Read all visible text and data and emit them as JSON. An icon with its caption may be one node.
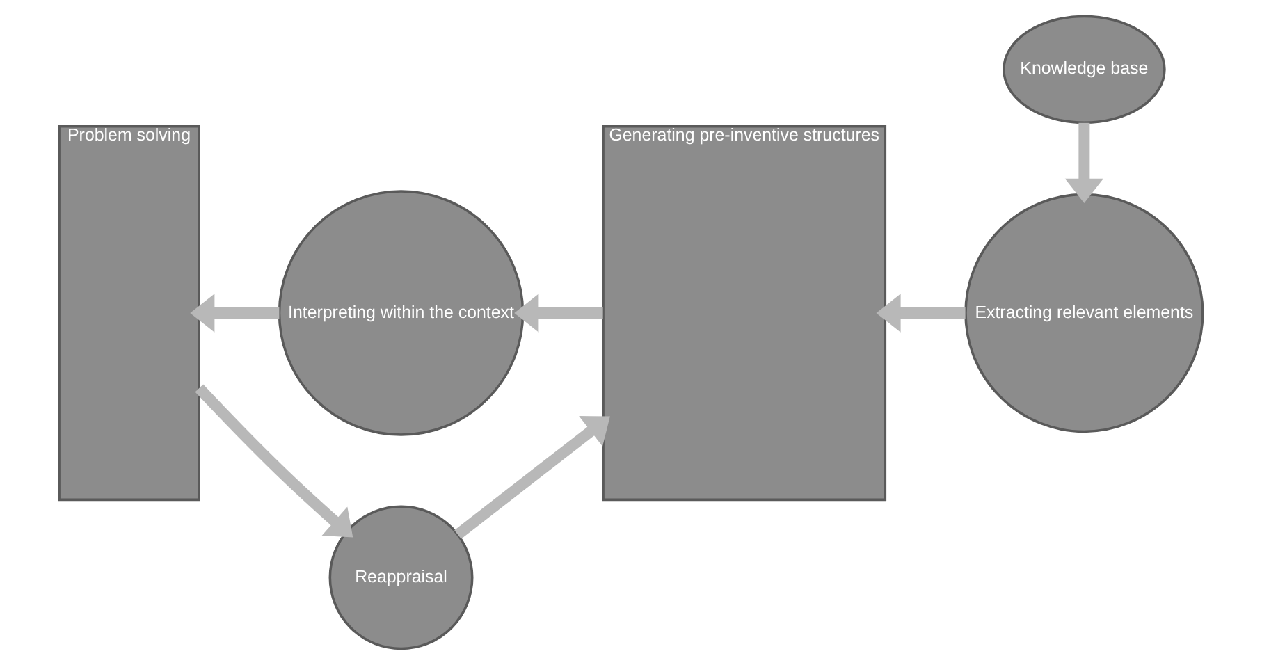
{
  "diagram": {
    "nodes": [
      {
        "text": [
          "Problem solving"
        ]
      },
      {
        "text": [
          "Interpreting within the context"
        ]
      },
      {
        "text": [
          "Generating pre-inventive structures"
        ]
      },
      {
        "text": [
          "Extracting relevant elements"
        ]
      },
      {
        "text": [
          "Reappraisal"
        ]
      },
      {
        "text": [
          "Knowledge base"
        ]
      }
    ],
    "edges": [
      {
        "from": 3,
        "to": 2,
        "arrow": "to"
      },
      {
        "from": 2,
        "to": 1,
        "arrow": "to"
      },
      {
        "from": 1,
        "to": 0,
        "arrow": "to"
      },
      {
        "from": 0,
        "to": 4,
        "arrow": "to"
      },
      {
        "from": 4,
        "to": 2,
        "arrow": "to"
      },
      {
        "from": 5,
        "to": 3,
        "arrow": "to"
      }
    ]
  }
}
